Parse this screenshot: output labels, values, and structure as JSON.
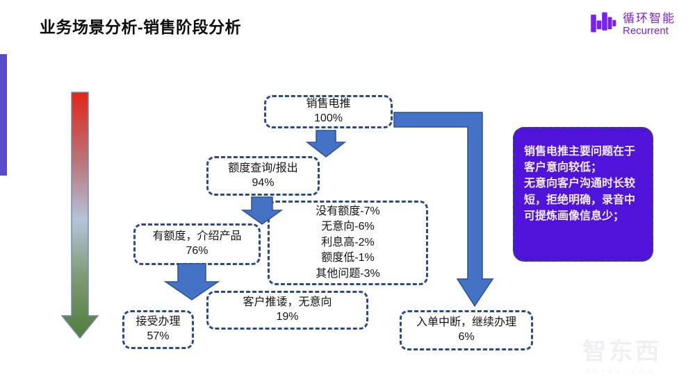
{
  "slide_title": "业务场景分析-销售阶段分析",
  "logo": {
    "icon": "waveform-bars-icon",
    "cn": "循环智能",
    "en": "Recurrent"
  },
  "flow": {
    "nodes": {
      "top": {
        "label": "销售电推",
        "value": "100%"
      },
      "quota": {
        "label": "额度查询/报出",
        "value": "94%"
      },
      "has_quota": {
        "label": "有额度，介绍产品",
        "value": "76%"
      },
      "no_quota": {
        "lines": [
          "没有额度-7%",
          "无意向-6%",
          "利息高-2%",
          "额度低-1%",
          "其他问题-3%"
        ]
      },
      "accept": {
        "label": "接受办理",
        "value": "57%"
      },
      "procrastinate": {
        "label": "客户推诿，无意向",
        "value": "19%"
      },
      "interrupt": {
        "label": "入单中断，继续办理",
        "value": "6%"
      }
    }
  },
  "note": {
    "line1": "销售电推主要问题在于客户意向较低；",
    "line2": "无意向客户沟通时长较短，拒绝明确，录音中可提炼画像信息少；"
  },
  "watermark": {
    "main": "智东西",
    "sub": "zhidx.com"
  },
  "colors": {
    "accent_purple": "#7b1ff2",
    "note_bg": "#4f13da",
    "box_border": "#2a4a8f",
    "arrow_fill": "#4472c4",
    "left_bar": "#574bc9",
    "gradient_top": "#e02416",
    "gradient_mid": "#b5c4da",
    "gradient_bottom": "#507c3a"
  }
}
